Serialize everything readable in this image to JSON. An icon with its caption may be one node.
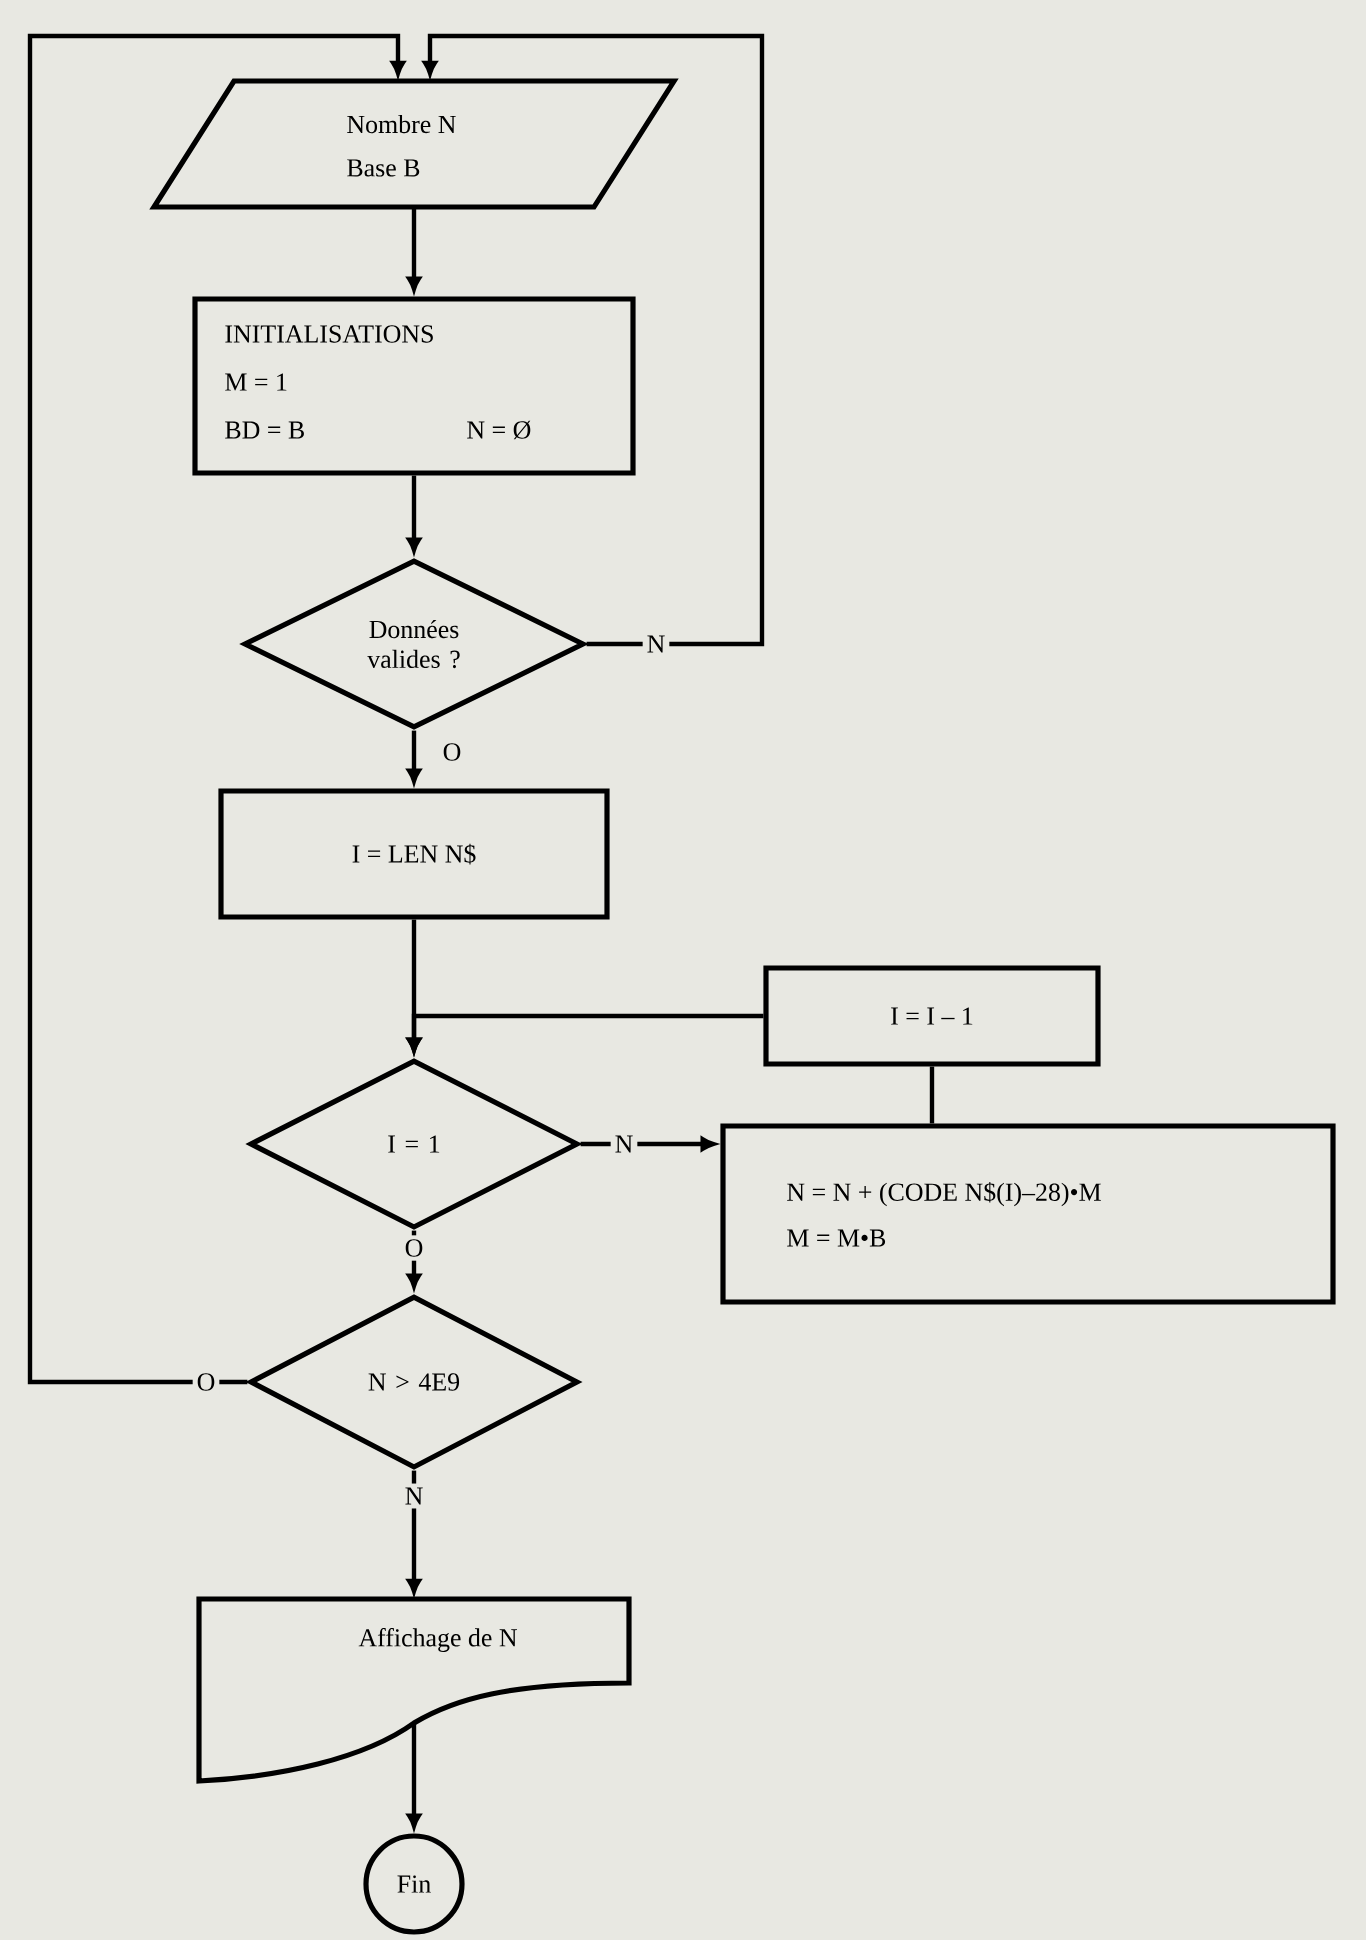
{
  "diagram": {
    "nodes": [
      {
        "text": [
          "Nombre N",
          "Base B"
        ]
      },
      {
        "text": [
          "INITIALISATIONS",
          "M = 1",
          "BD = B",
          "N = Ø"
        ]
      },
      {
        "text": [
          "Données valides ?"
        ]
      },
      {
        "text": [
          "I = LEN N$"
        ]
      },
      {
        "text": [
          "I = 1"
        ]
      },
      {
        "text": [
          "N = N + (CODE N$(I)–28)•M",
          "M = M•B"
        ]
      },
      {
        "text": [
          "I = I – 1"
        ]
      },
      {
        "text": [
          "N > 4E9"
        ]
      },
      {
        "text": [
          "Affichage de N"
        ]
      },
      {
        "text": [
          "Fin"
        ]
      }
    ],
    "edges": [
      {
        "from": 0,
        "to": 1,
        "arrow": "to"
      },
      {
        "from": 1,
        "to": 2,
        "arrow": "to"
      },
      {
        "from": 2,
        "to": 3,
        "arrow": "to",
        "label": "O"
      },
      {
        "from": 2,
        "to": 0,
        "arrow": "to",
        "label": "N"
      },
      {
        "from": 3,
        "to": 4,
        "arrow": "to"
      },
      {
        "from": 4,
        "to": 5,
        "arrow": "to",
        "label": "N"
      },
      {
        "from": 5,
        "to": 6,
        "arrow": "none"
      },
      {
        "from": 6,
        "to": 4,
        "arrow": "to"
      },
      {
        "from": 4,
        "to": 7,
        "arrow": "to",
        "label": "O"
      },
      {
        "from": 7,
        "to": 0,
        "arrow": "to",
        "label": "O"
      },
      {
        "from": 7,
        "to": 8,
        "arrow": "to",
        "label": "N"
      },
      {
        "from": 8,
        "to": 9,
        "arrow": "to"
      }
    ]
  }
}
